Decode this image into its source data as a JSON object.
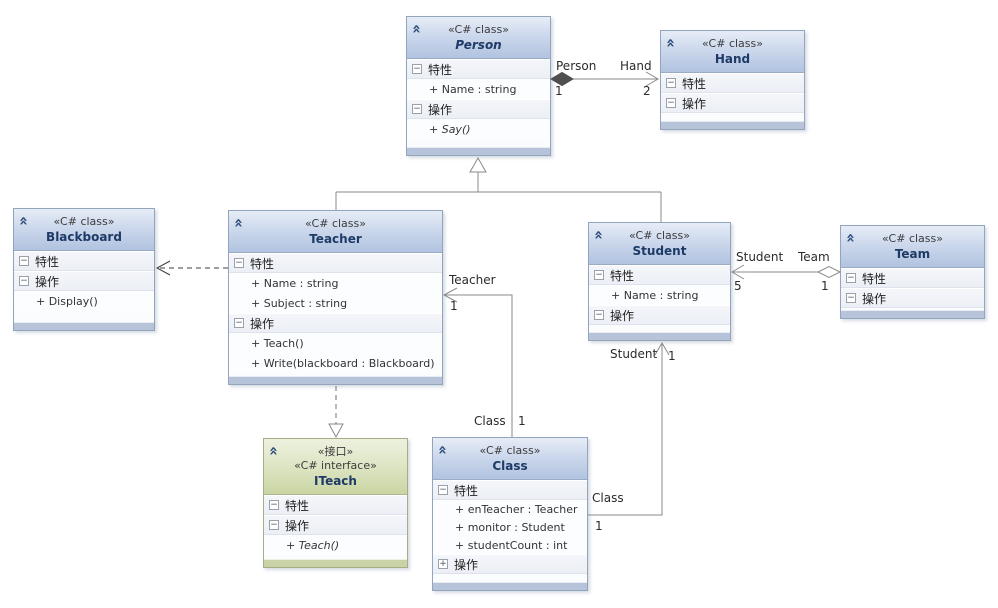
{
  "section_labels": {
    "attributes": "特性",
    "operations": "操作"
  },
  "classes": {
    "person": {
      "stereotype": "«C# class»",
      "name": "Person",
      "attributes": [
        "+ Name : string"
      ],
      "operations": [
        "+ Say()"
      ]
    },
    "hand": {
      "stereotype": "«C# class»",
      "name": "Hand",
      "attributes": [],
      "operations": []
    },
    "blackboard": {
      "stereotype": "«C# class»",
      "name": "Blackboard",
      "attributes": [],
      "operations": [
        "+ Display()"
      ]
    },
    "teacher": {
      "stereotype": "«C# class»",
      "name": "Teacher",
      "attributes": [
        "+ Name : string",
        "+ Subject : string"
      ],
      "operations": [
        "+ Teach()",
        "+ Write(blackboard : Blackboard)"
      ]
    },
    "student": {
      "stereotype": "«C# class»",
      "name": "Student",
      "attributes": [
        "+ Name : string"
      ],
      "operations": []
    },
    "team": {
      "stereotype": "«C# class»",
      "name": "Team",
      "attributes": [],
      "operations": []
    },
    "iteach": {
      "stereotype_cn": "«接口»",
      "stereotype": "«C# interface»",
      "name": "ITeach",
      "attributes": [],
      "operations": [
        "+ Teach()"
      ]
    },
    "class": {
      "stereotype": "«C# class»",
      "name": "Class",
      "attributes": [
        "+ enTeacher : Teacher",
        "+ monitor : Student",
        "+ studentCount : int"
      ],
      "operations": []
    }
  },
  "edge_labels": {
    "person_hand": {
      "source_role": "Person",
      "source_mult": "1",
      "target_role": "Hand",
      "target_mult": "2"
    },
    "class_teacher": {
      "source_role": "Class",
      "source_mult": "1",
      "target_role": "Teacher",
      "target_mult": "1"
    },
    "class_student": {
      "source_role": "Class",
      "source_mult": "1",
      "target_role": "Student",
      "target_mult": "1"
    },
    "student_team": {
      "source_role": "Student",
      "source_mult": "5",
      "target_role": "Team",
      "target_mult": "1"
    }
  },
  "colors": {
    "class_header_blue": "#c2d0e8",
    "interface_header_green": "#d8e0ba",
    "box_border": "#93a4bd",
    "footer_strip": "#b7c3d8",
    "line_gray": "#8a8a8a",
    "composition_diamond": "#4f4f4f"
  }
}
